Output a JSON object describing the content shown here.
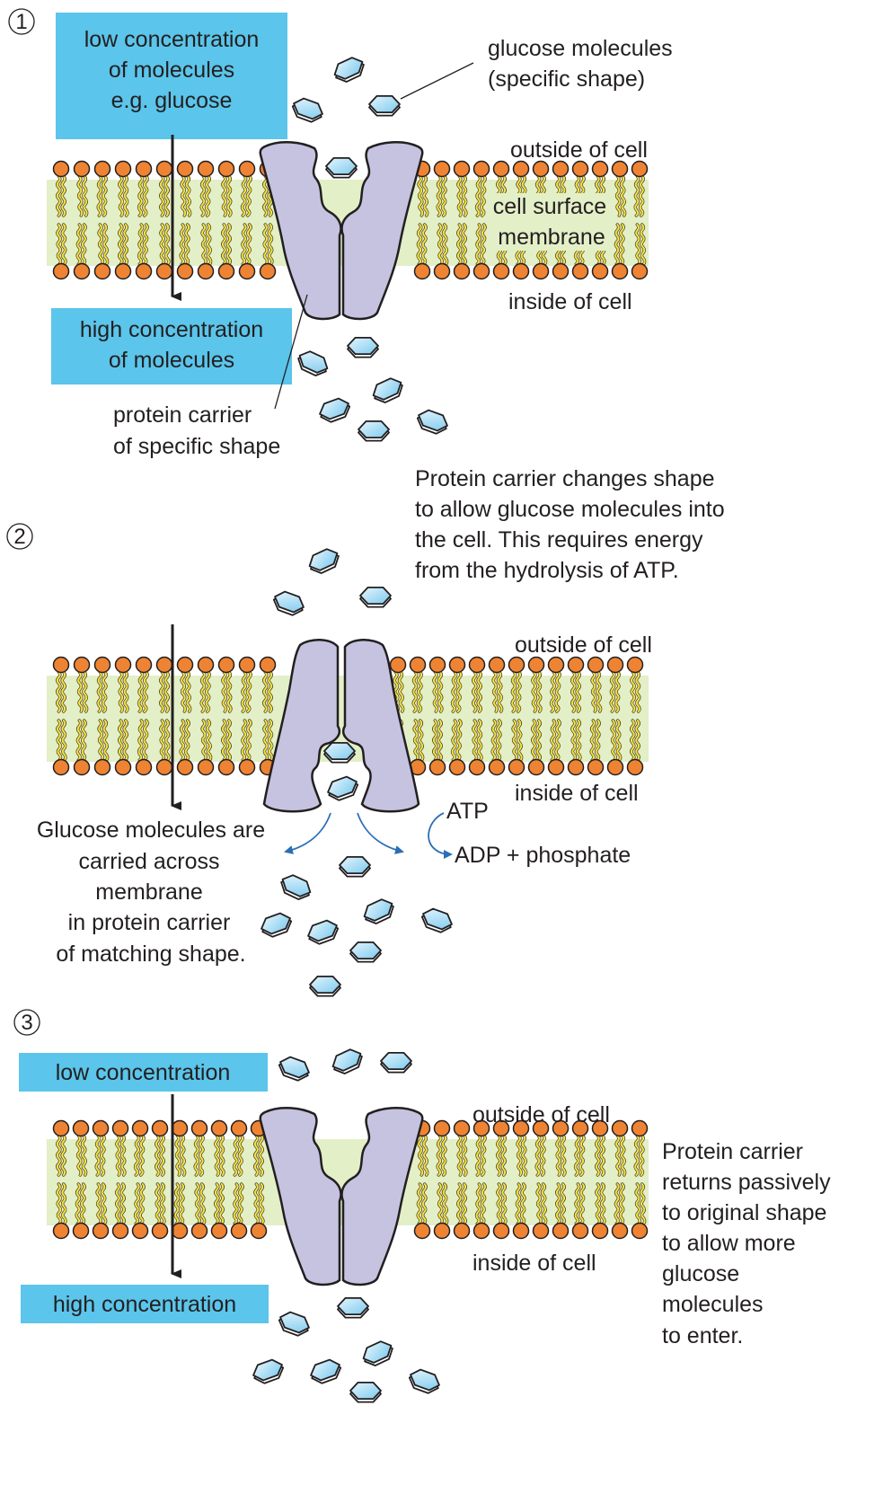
{
  "panel1": {
    "step_number": "1",
    "low_box": [
      "low concentration",
      "of molecules",
      "e.g. glucose"
    ],
    "high_box": [
      "high concentration",
      "of molecules"
    ],
    "glucose_label": [
      "glucose molecules",
      "(specific shape)"
    ],
    "outside": "outside of cell",
    "membrane_label": [
      "cell surface",
      "membrane"
    ],
    "inside": "inside of cell",
    "carrier_label": [
      "protein carrier",
      "of specific shape"
    ]
  },
  "panel2": {
    "step_number": "2",
    "description": [
      "Protein carrier changes shape",
      "to allow glucose molecules into",
      "the cell. This requires energy",
      "from the hydrolysis of ATP."
    ],
    "outside": "outside of cell",
    "inside": "inside of cell",
    "atp": "ATP",
    "adp": "ADP + phosphate",
    "caption": [
      "Glucose molecules are",
      "carried across",
      "membrane",
      "in protein carrier",
      "of matching shape."
    ]
  },
  "panel3": {
    "step_number": "3",
    "low_box": "low concentration",
    "high_box": "high concentration",
    "outside": "outside of cell",
    "inside": "inside of cell",
    "description": [
      "Protein carrier",
      "returns passively",
      "to original shape",
      "to allow more",
      "glucose",
      "molecules",
      "to enter."
    ]
  },
  "colors": {
    "box_blue": "#5bc5eb",
    "membrane_green": "#e3efc7",
    "head_orange": "#ee8433",
    "tail_yellow": "#f2e24a",
    "protein_lilac": "#c5c3e0",
    "glucose_blue": "#a5dcf5",
    "arrow_blue": "#2a6fb5"
  },
  "icons": [
    "glucose-molecule-icon",
    "phospholipid-icon",
    "protein-carrier-icon",
    "arrow-icon"
  ]
}
